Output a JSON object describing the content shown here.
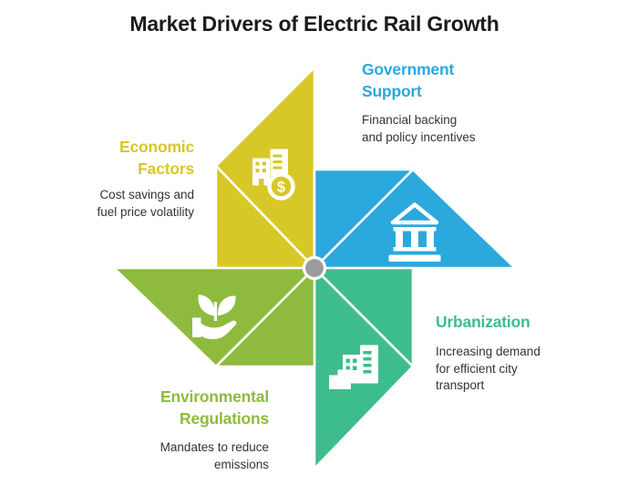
{
  "title": "Market Drivers of Electric Rail Growth",
  "currency_symbol": "$",
  "hub": {
    "color": "#9b9b9b",
    "icon": "hub-dot"
  },
  "drivers": [
    {
      "name": "Government Support",
      "label_lines": [
        "Government",
        "Support"
      ],
      "desc_lines": [
        "Financial backing",
        "and policy incentives"
      ],
      "color": "#2ba8dc",
      "icon": "bank-icon"
    },
    {
      "name": "Economic Factors",
      "label_lines": [
        "Economic",
        "Factors"
      ],
      "desc_lines": [
        "Cost savings and",
        "fuel price volatility"
      ],
      "color": "#d7c827",
      "icon": "buildings-dollar-icon"
    },
    {
      "name": "Urbanization",
      "label_lines": [
        "Urbanization"
      ],
      "desc_lines": [
        "Increasing demand",
        "for efficient city",
        "transport"
      ],
      "color": "#3ebd8c",
      "icon": "city-buildings-icon"
    },
    {
      "name": "Environmental Regulations",
      "label_lines": [
        "Environmental",
        "Regulations"
      ],
      "desc_lines": [
        "Mandates to reduce",
        "emissions"
      ],
      "color": "#8ebb3e",
      "icon": "hand-plant-icon"
    }
  ]
}
